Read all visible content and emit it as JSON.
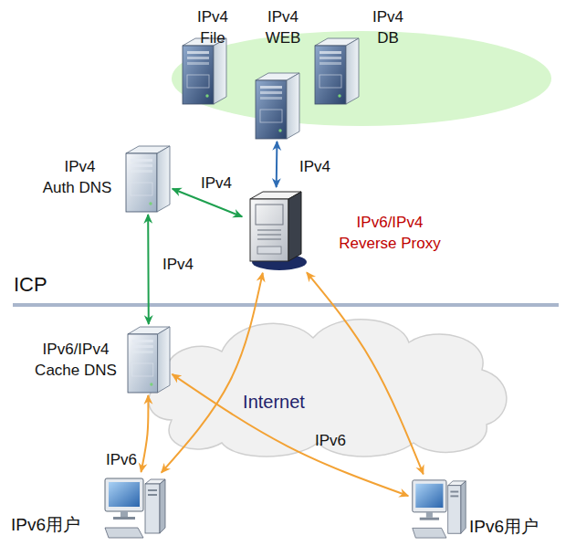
{
  "diagram": {
    "nodes": [
      {
        "text": [
          "IPv4 File"
        ]
      },
      {
        "text": [
          "IPv4 WEB"
        ]
      },
      {
        "text": [
          "IPv4 DB"
        ]
      },
      {
        "text": [
          "IPv4 Auth DNS"
        ]
      },
      {
        "text": [
          "IPv6/IPv4 Reverse Proxy"
        ]
      },
      {
        "text": [
          "Internet"
        ]
      },
      {
        "text": [
          "IPv6/IPv4 Cache DNS"
        ]
      },
      {
        "text": [
          "IPv6用户"
        ]
      },
      {
        "text": [
          "IPv6用户"
        ]
      }
    ],
    "edges": [
      {
        "from": 1,
        "to": 4,
        "label": "IPv4",
        "arrow": "both"
      },
      {
        "from": 3,
        "to": 4,
        "label": "IPv4",
        "arrow": "both"
      },
      {
        "from": 3,
        "to": 6,
        "label": "IPv4",
        "arrow": "both"
      },
      {
        "from": 6,
        "to": 7,
        "label": "IPv6",
        "arrow": "both"
      },
      {
        "from": 6,
        "to": 8,
        "label": "IPv6",
        "arrow": "both"
      },
      {
        "from": 4,
        "to": 7,
        "arrow": "both"
      },
      {
        "from": 4,
        "to": 8,
        "arrow": "both"
      }
    ],
    "labels": [
      "ICP"
    ]
  }
}
